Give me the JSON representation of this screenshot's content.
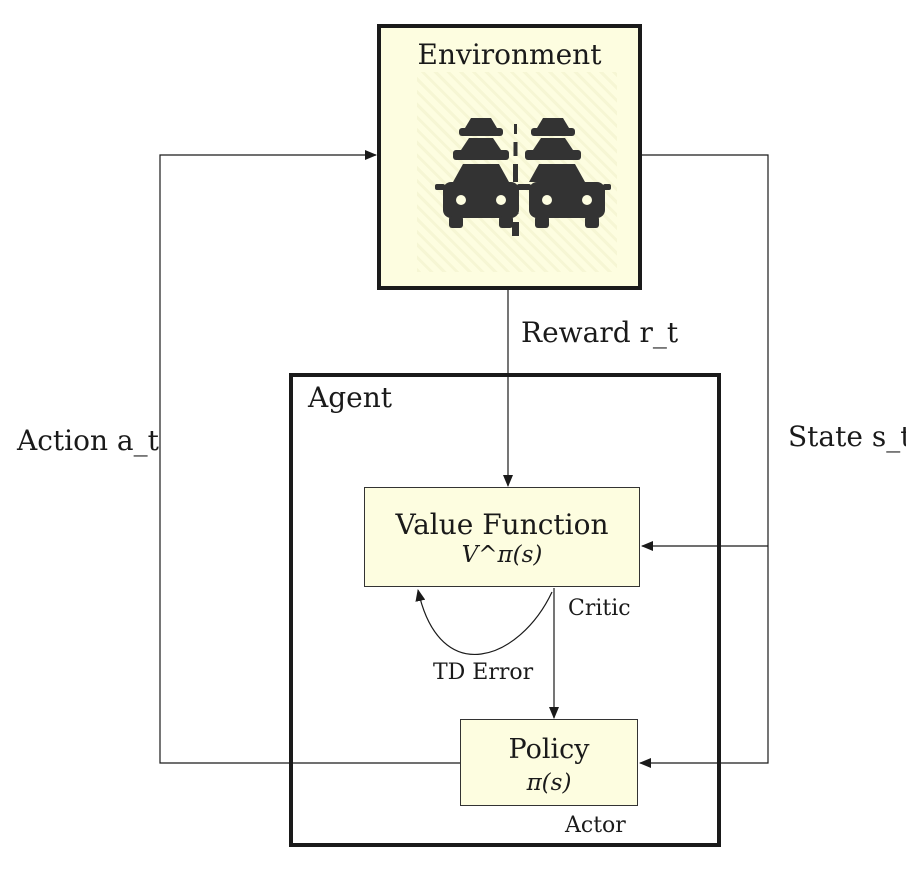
{
  "environment": {
    "title": "Environment",
    "icon": "traffic-cars-icon"
  },
  "agent": {
    "title": "Agent"
  },
  "value_function": {
    "title": "Value Function",
    "expression": "V^π(s)",
    "role": "Critic"
  },
  "policy": {
    "title": "Policy",
    "expression": "π(s)",
    "role": "Actor"
  },
  "edges": {
    "reward": "Reward r_t",
    "state": "State s_t",
    "action": "Action a_t",
    "td_error": "TD Error"
  },
  "colors": {
    "box_fill": "#fdfde0",
    "stroke": "#1a1a1a",
    "icon": "#333333"
  }
}
